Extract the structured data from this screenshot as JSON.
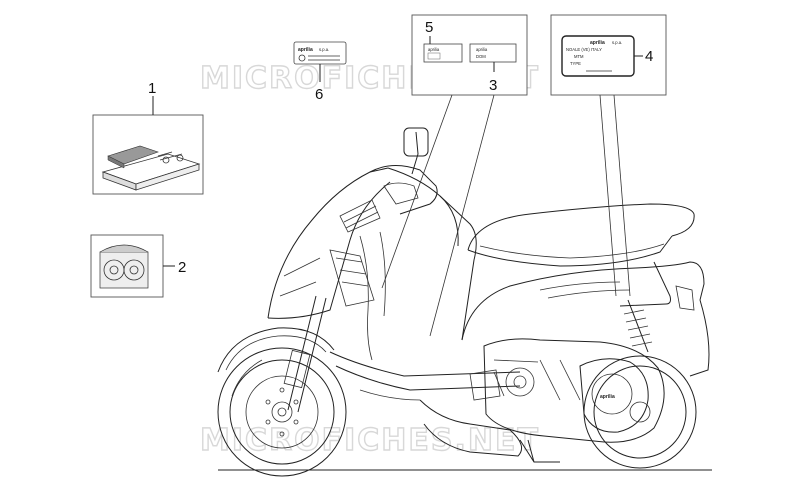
{
  "watermark": "MICROFICHES.NET",
  "callouts": {
    "c1": "1",
    "c2": "2",
    "c3": "3",
    "c4": "4",
    "c5": "5",
    "c6": "6"
  },
  "labels": {
    "brand": "aprilia",
    "brand_suffix": "s.p.a.",
    "plate_line": "NOALE (VE) ITALY",
    "mtm": "MTM",
    "type": "TYPE",
    "dom": "DOM"
  }
}
